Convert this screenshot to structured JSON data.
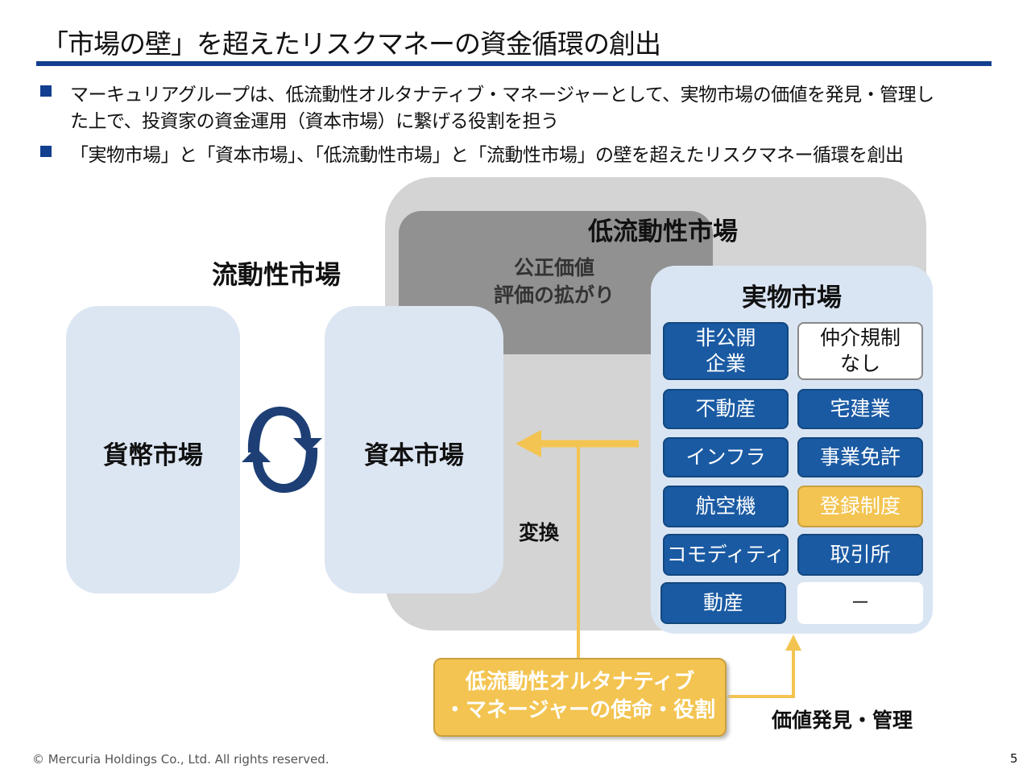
{
  "title": "「市場の壁」を超えたリスクマネーの資金循環の創出",
  "bullets": [
    {
      "line1": "マーキュリアグループは、低流動性オルタナティブ・マネージャーとして、実物市場の価値を発見・管理し",
      "line2": "た上で、投資家の資金運用（資本市場）に繋げる役割を担う"
    },
    {
      "line1": "「実物市場」と「資本市場」、「低流動性市場」と「流動性市場」の壁を超えたリスクマネー循環を創出"
    }
  ],
  "diagram": {
    "illiquid_market": "低流動性市場",
    "fair_value": {
      "line1": "公正価値",
      "line2": "評価の拡がり"
    },
    "liquid_market": "流動性市場",
    "money_market": "貨幣市場",
    "capital_market": "資本市場",
    "conversion": "変換",
    "real_market": {
      "title": "実物市場",
      "cells": [
        {
          "line1": "非公開",
          "line2": "企業"
        },
        {
          "line1": "仲介規制",
          "line2": "なし"
        },
        {
          "line1": "不動産"
        },
        {
          "line1": "宅建業"
        },
        {
          "line1": "インフラ"
        },
        {
          "line1": "事業免許"
        },
        {
          "line1": "航空機"
        },
        {
          "line1": "登録制度"
        },
        {
          "line1": "コモディティ"
        },
        {
          "line1": "取引所"
        },
        {
          "line1": "動産"
        },
        {
          "line1": "－"
        }
      ]
    },
    "mission": {
      "line1": "低流動性オルタナティブ",
      "line2": "・マネージャーの使命・役割"
    },
    "value_discovery": "価値発見・管理",
    "colors": {
      "navy": "#123f8f",
      "cell_blue": "#1a5aa3",
      "yellow": "#f3c451",
      "light_blue": "#dce6f3",
      "gray": "#d4d4d4"
    }
  },
  "footer": {
    "copyright": "© Mercuria Holdings Co., Ltd. All rights reserved.",
    "page": "5"
  }
}
